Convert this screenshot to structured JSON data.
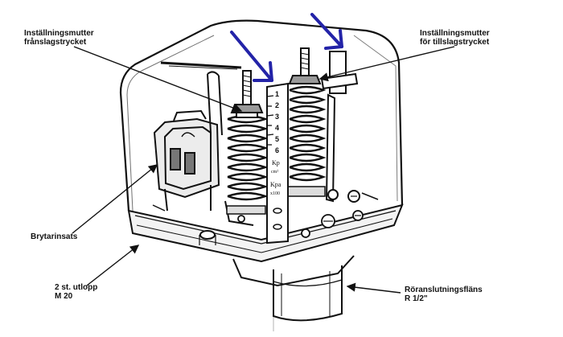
{
  "labels": {
    "adjust_nut_cut_out": {
      "line1": "Inställningsmutter",
      "line2": "frånslagstrycket"
    },
    "adjust_nut_cut_in": {
      "line1": "Inställningsmutter",
      "line2": "för tillslagstrycket"
    },
    "switch_insert": {
      "line1": "Brytarinsats"
    },
    "outlets": {
      "line1": "2 st. utlopp",
      "line2": "M 20"
    },
    "pipe_flange": {
      "line1": "Röranslutningsfläns",
      "line2": "R 1/2\""
    }
  },
  "scale": {
    "numbers": [
      "1",
      "2",
      "3",
      "4",
      "5",
      "6"
    ],
    "unit_kp": "Kp",
    "unit_kp_sub": "cm²",
    "unit_kpa": "Kpa",
    "unit_kpa_mult": "x100"
  },
  "colors": {
    "ink": "#111111",
    "highlight_arrow": "#2323a8",
    "background": "#ffffff"
  }
}
